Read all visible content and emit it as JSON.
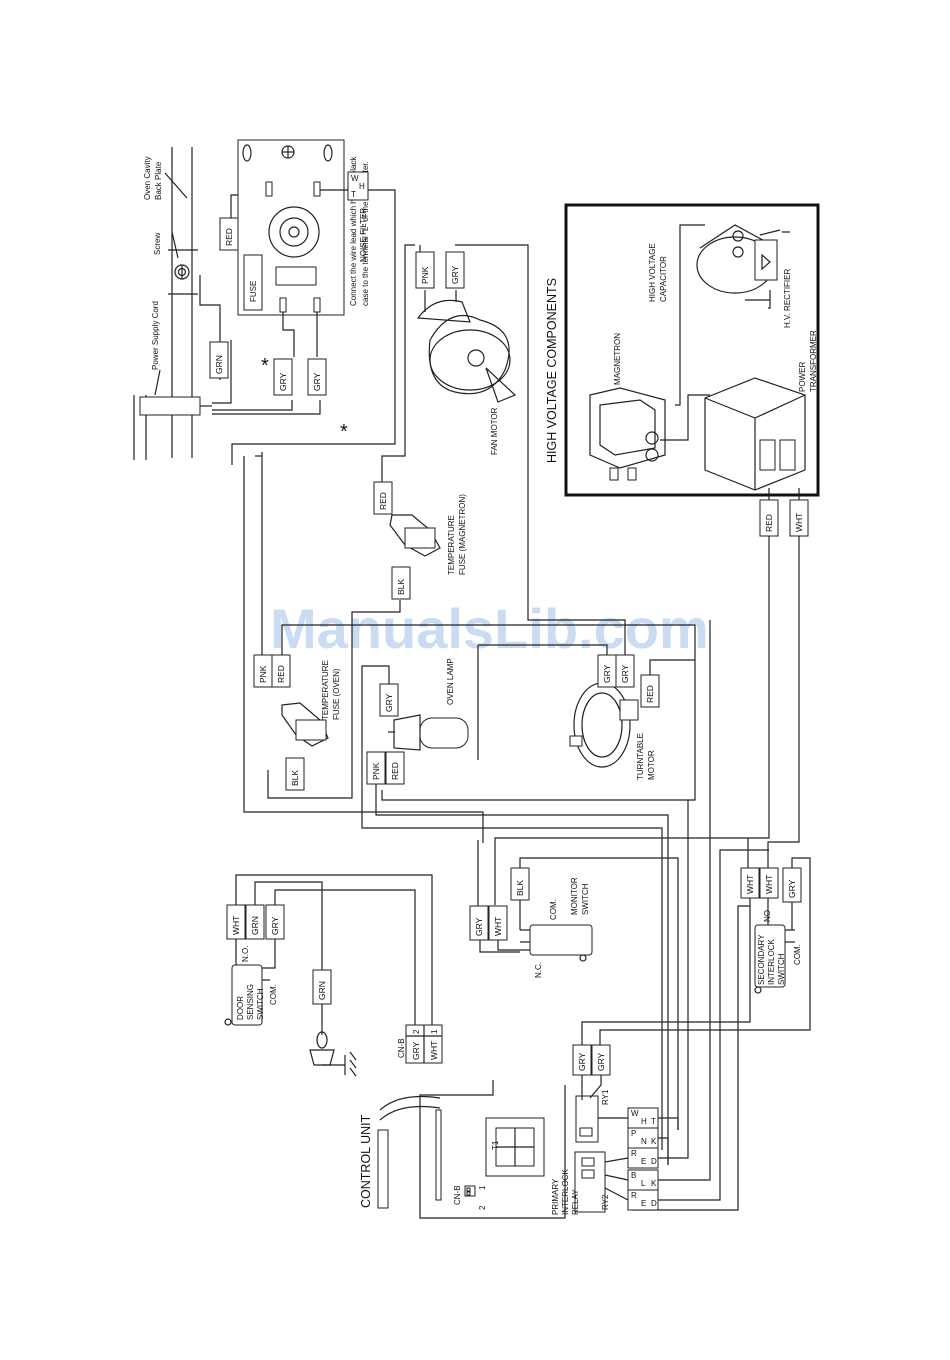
{
  "watermark": "ManualsLib.com",
  "labels": {
    "oven_cavity": "Oven Cavity",
    "back_plate": "Back Plate",
    "screw": "Screw",
    "power_supply_cord": "Power Supply Cord",
    "noise_filter": "NOISE FILTER",
    "fuse": "FUSE",
    "wht": "WHT",
    "note_star": "*",
    "note_line1": "Connect the wire lead which has the black",
    "note_line2": "case to the terminal \"L\" of the noise filter.",
    "fan_motor": "FAN MOTOR",
    "temp_fuse_mag_1": "TEMPERATURE",
    "temp_fuse_mag_2": "FUSE (MAGNETRON)",
    "temp_fuse_oven_1": "TEMPERATURE",
    "temp_fuse_oven_2": "FUSE  (OVEN)",
    "oven_lamp": "OVEN LAMP",
    "turntable_1": "TURNTABLE",
    "turntable_2": "MOTOR",
    "hv_title": "HIGH VOLTAGE COMPONENTS",
    "magnetron": "MAGNETRON",
    "hv_capacitor_1": "HIGH VOLTAGE",
    "hv_capacitor_2": "CAPACITOR",
    "hv_rectifier": "H.V. RECTIFIER",
    "power_transformer_1": "POWER",
    "power_transformer_2": "TRANSFORMER",
    "monitor_switch_1": "MONITOR",
    "monitor_switch_2": "SWITCH",
    "com": "COM.",
    "nc": "N.C.",
    "no": "N.O.",
    "no2": "NO",
    "door_1": "DOOR",
    "door_2": "SENSING",
    "door_3": "SWITCH",
    "sec_1": "SECONDARY",
    "sec_2": "INTERLOCK",
    "sec_3": "SWITCH",
    "control_unit": "CONTROL UNIT",
    "cn_b": "CN-B",
    "t1": "T1",
    "ry1": "RY1",
    "ry2": "RY2",
    "primary_1": "PRIMARY",
    "primary_2": "INTERLOCK",
    "primary_3": "RELAY",
    "n1": "1",
    "n2": "2"
  },
  "tags": {
    "red": "RED",
    "grn": "GRN",
    "gry": "GRY",
    "pnk": "PNK",
    "blk": "BLK",
    "wht": "WHT"
  },
  "connector_letters": {
    "wht": [
      "W",
      "H",
      "T"
    ],
    "pnk": [
      "P",
      "N",
      "K"
    ],
    "red": [
      "R",
      "E",
      "D"
    ],
    "blk": [
      "B",
      "L",
      "K"
    ]
  }
}
